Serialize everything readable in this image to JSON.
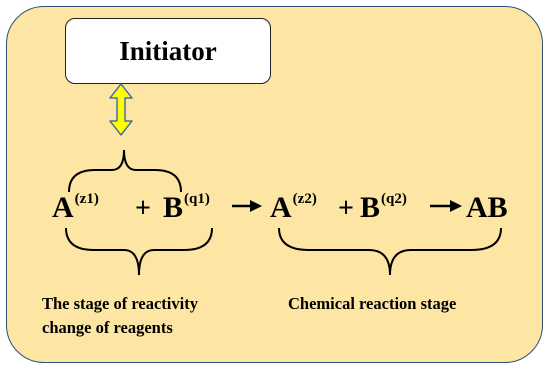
{
  "initiator": {
    "label": "Initiator"
  },
  "reaction": {
    "a1": {
      "base": "A",
      "charge": "(z1)"
    },
    "plus1": "+",
    "b1": {
      "base": "B",
      "charge": "(q1)"
    },
    "a2": {
      "base": "A",
      "charge": "(z2)"
    },
    "plus2": "+",
    "b2": {
      "base": "B",
      "charge": "(q2)"
    },
    "product": "AB"
  },
  "stages": {
    "reactivity": {
      "line1": "The stage of reactivity",
      "line2": "change of reagents"
    },
    "chemical": {
      "line1": "Chemical reaction stage"
    }
  },
  "colors": {
    "panel_fill": "#fde6a4",
    "panel_border": "#2e4f73",
    "double_arrow_fill": "#ffff00",
    "double_arrow_stroke": "#4a6fa5"
  }
}
